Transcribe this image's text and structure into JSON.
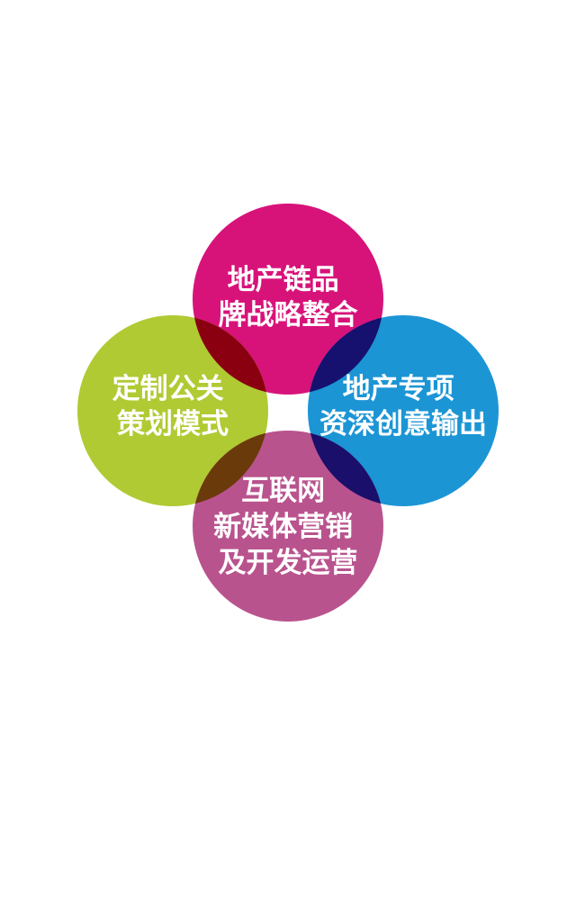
{
  "circles": [
    {
      "id": "top",
      "lines": [
        "地产链品",
        "牌战略整合"
      ],
      "color": "#d7137a"
    },
    {
      "id": "left",
      "lines": [
        "定制公关",
        "策划模式"
      ],
      "color": "#b0ca33"
    },
    {
      "id": "right",
      "lines": [
        "地产专项",
        "资深创意输出"
      ],
      "color": "#1c95d5"
    },
    {
      "id": "bottom",
      "lines": [
        "互联网",
        "新媒体营销",
        "及开发运营"
      ],
      "color": "#b9538e"
    }
  ],
  "overlaps": {
    "top_left": "#8a0010",
    "top_right": "#16106e",
    "left_bottom": "#6b3a0a",
    "right_bottom": "#1a0f6a"
  }
}
